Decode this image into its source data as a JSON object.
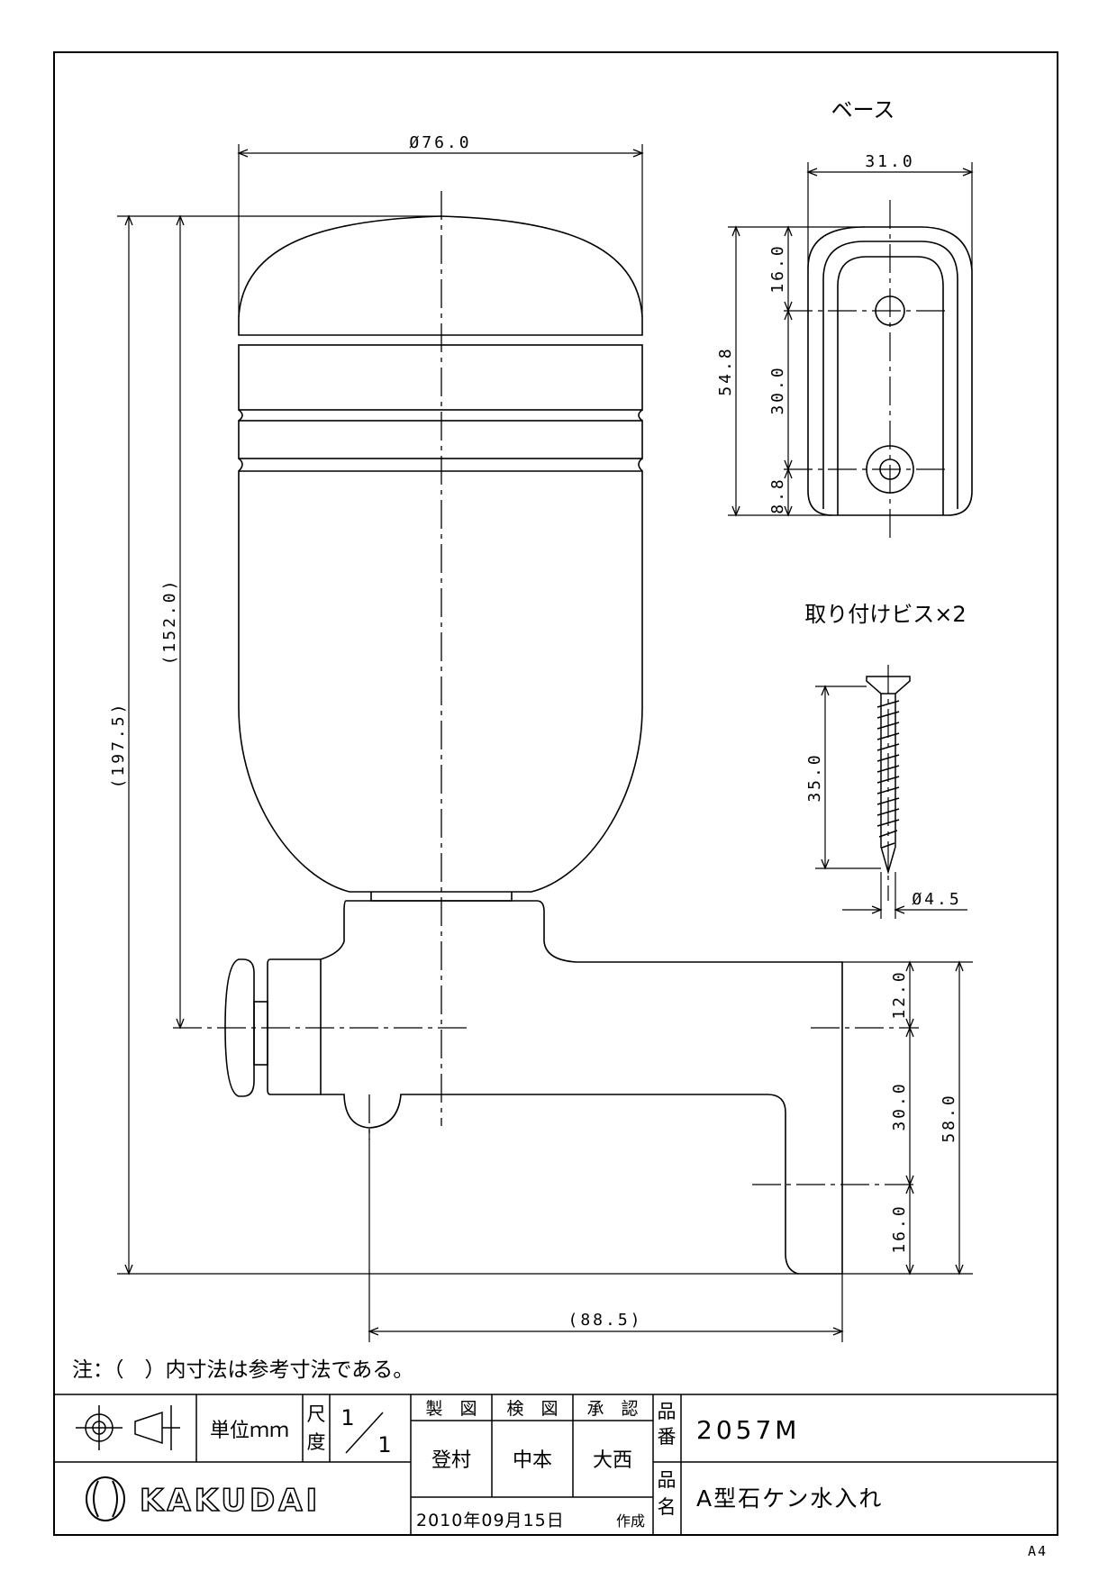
{
  "labels": {
    "base": "ベース",
    "screw": "取り付けビス×2",
    "note": "注：（　）内寸法は参考寸法である。"
  },
  "dimensions": {
    "dia_top": "Ø76.0",
    "base_width": "31.0",
    "base_height": "54.8",
    "base_top": "16.0",
    "base_mid": "30.0",
    "base_bot": "8.8",
    "overall_height": "(197.5)",
    "body_height": "(152.0)",
    "screw_length": "35.0",
    "screw_dia": "Ø4.5",
    "spout_top": "12.0",
    "spout_mid": "30.0",
    "spout_bot": "16.0",
    "spout_height": "58.0",
    "spout_reach": "(88.5)"
  },
  "title_block": {
    "unit": "単位ｍｍ",
    "scale_label_1": "尺",
    "scale_label_2": "度",
    "scale_num": "1",
    "scale_den": "1",
    "drawn_label": "製　図",
    "checked_label": "検　図",
    "approved_label": "承　認",
    "drawn_by": "登村",
    "checked_by": "中本",
    "approved_by": "大西",
    "part_no_label_1": "品",
    "part_no_label_2": "番",
    "part_no": "2057M",
    "name_label_1": "品",
    "name_label_2": "名",
    "part_name": "A型石ケン水入れ",
    "date": "2010年09月15日",
    "created": "作成",
    "brand": "KAKUDAI",
    "paper_size": "A4"
  }
}
